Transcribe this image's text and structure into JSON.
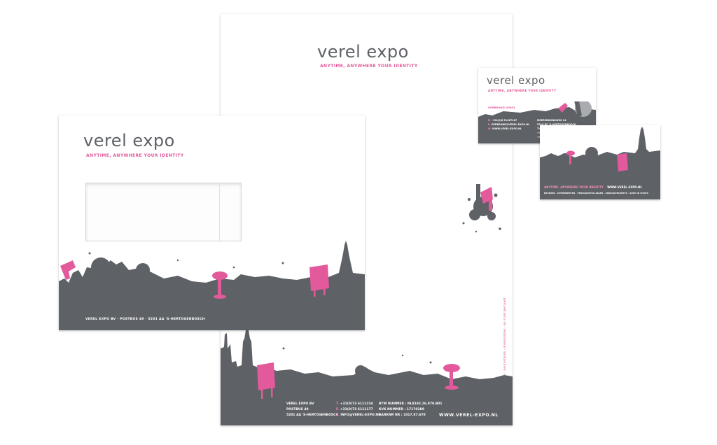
{
  "colors": {
    "gray": "#5e6166",
    "pink": "#e35a9c",
    "paper": "#ffffff"
  },
  "brand": {
    "name": "verel expo",
    "tagline_a": "ANYTIME, ANYWHERE",
    "tagline_b": "YOUR IDENTITY"
  },
  "envelope": {
    "footer": "VEREL EXPO BV · POSTBUS 49 · 5201 AA 'S-HERTOGENBOSCH"
  },
  "letterhead": {
    "side_text": "tentoonstellings · beursstands · presentaties · op maat gemaakt",
    "address": [
      "VEREL EXPO BV",
      "POSTBUS 49",
      "5201 AA 'S-HERTOGENBOSCH"
    ],
    "phone_labels": [
      "T.",
      "F.",
      "E."
    ],
    "phones": [
      "+31(0)73 6111234",
      "+31(0)73 6111177",
      "INFO@VEREL-EXPO.NL"
    ],
    "reg_labels": [
      "BTW NUMMER",
      "KVK NUMMER",
      "BANKNR NR"
    ],
    "reg_values": [
      ": NL8192.26.879.B01",
      ": 17170289",
      ": 1017.87.678"
    ],
    "website": "WWW.VEREL-EXPO.NL"
  },
  "card_front": {
    "name": "GERBRAND VOKEL",
    "phones": [
      "+31(0)6 51267187",
      "GERBRAND@VEREL-EXPO.NL",
      "WWW.VEREL-EXPO.NL"
    ],
    "labels": [
      "M.",
      "E.",
      "W."
    ],
    "address": [
      "MEERENDONKWEG 24",
      "5216 BP 'S-HERTOGENBOSCH",
      "THE NETHERLANDS",
      "+31(0)73 6111234",
      "+31(0)73 6111177"
    ]
  },
  "card_back": {
    "tag": "ANYTIME, ANYWHERE YOUR IDENTITY",
    "web": "WWW.VEREL-EXPO.NL",
    "services": "BEURZEN · EVENEMENTEN · TENTOONSTELLINGEN · VERKOOPRUIMTES · SHOP IN SHOPS"
  }
}
